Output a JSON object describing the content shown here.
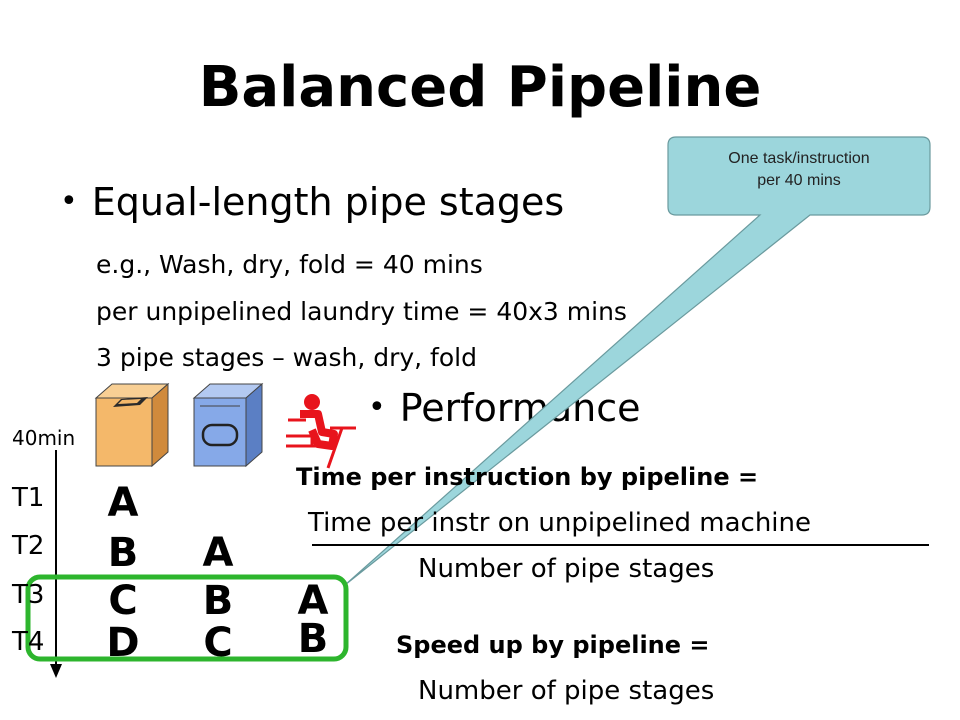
{
  "title": "Balanced Pipeline",
  "bullets": {
    "equal_length": "Equal-length pipe stages",
    "performance": "Performance"
  },
  "sub_lines": {
    "example": "e.g., Wash, dry, fold = 40 mins",
    "unpipelined": "per unpipelined laundry time = 40x3 mins",
    "stages": "3 pipe stages – wash, dry, fold"
  },
  "callout": {
    "line1": "One task/instruction",
    "line2": "per 40 mins"
  },
  "timeline": {
    "unit_label": "40min",
    "rows": [
      "T1",
      "T2",
      "T3",
      "T4"
    ]
  },
  "grid": {
    "row1": [
      "A"
    ],
    "row2": [
      "B",
      "A"
    ],
    "row3": [
      "C",
      "B",
      "A"
    ],
    "row4": [
      "D",
      "C",
      "B"
    ]
  },
  "formulas": {
    "time_per_instr_label": "Time per instruction by pipeline =",
    "numerator": "Time per instr on unpipelined machine",
    "denominator": "Number of pipe stages",
    "speedup_label": "Speed up by pipeline =",
    "speedup_value": "Number of pipe stages"
  },
  "icons": [
    "washer-icon",
    "dryer-icon",
    "folder-person-icon"
  ],
  "colors": {
    "callout_fill": "#9cd6dc",
    "highlight_box": "#2db52d",
    "washer": "#f4b86a",
    "dryer": "#86a9e8",
    "person": "#e8141c"
  }
}
